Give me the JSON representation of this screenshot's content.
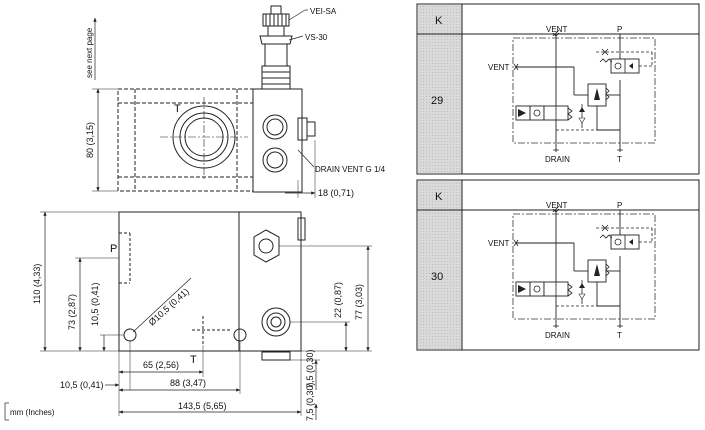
{
  "drawing": {
    "labels": {
      "vei": "VEI-SA",
      "vs": "VS-30",
      "see_next_page": "see next page",
      "tank_top": "T",
      "drain_vent": "DRAIN VENT G 1/4",
      "p_port": "P",
      "tank_bottom": "T",
      "units": "mm (Inches)"
    },
    "dimensions": {
      "d80": "80 (3,15)",
      "d18": "18 (0,71)",
      "d110": "110 (4,33)",
      "d73": "73 (2,87)",
      "d10_5v": "10,5 (0,41)",
      "dia": "Ø10,5 (0,41)",
      "d22": "22 (0,87)",
      "d77": "77 (3,03)",
      "d65": "65 (2,56)",
      "d88": "88 (3,47)",
      "d10_5h": "10,5 (0,41)",
      "d143": "143,5 (5,65)",
      "d7_5a": "7,5 (0,30)",
      "d7_5b": "7,5 (0,30)"
    }
  },
  "schematics": [
    {
      "header": "K",
      "code": "29",
      "labels": {
        "vent_top": "VENT",
        "p": "P",
        "vent_left": "VENT",
        "drain": "DRAIN",
        "t": "T"
      }
    },
    {
      "header": "K",
      "code": "30",
      "labels": {
        "vent_top": "VENT",
        "p": "P",
        "vent_left": "VENT",
        "drain": "DRAIN",
        "t": "T"
      }
    }
  ]
}
